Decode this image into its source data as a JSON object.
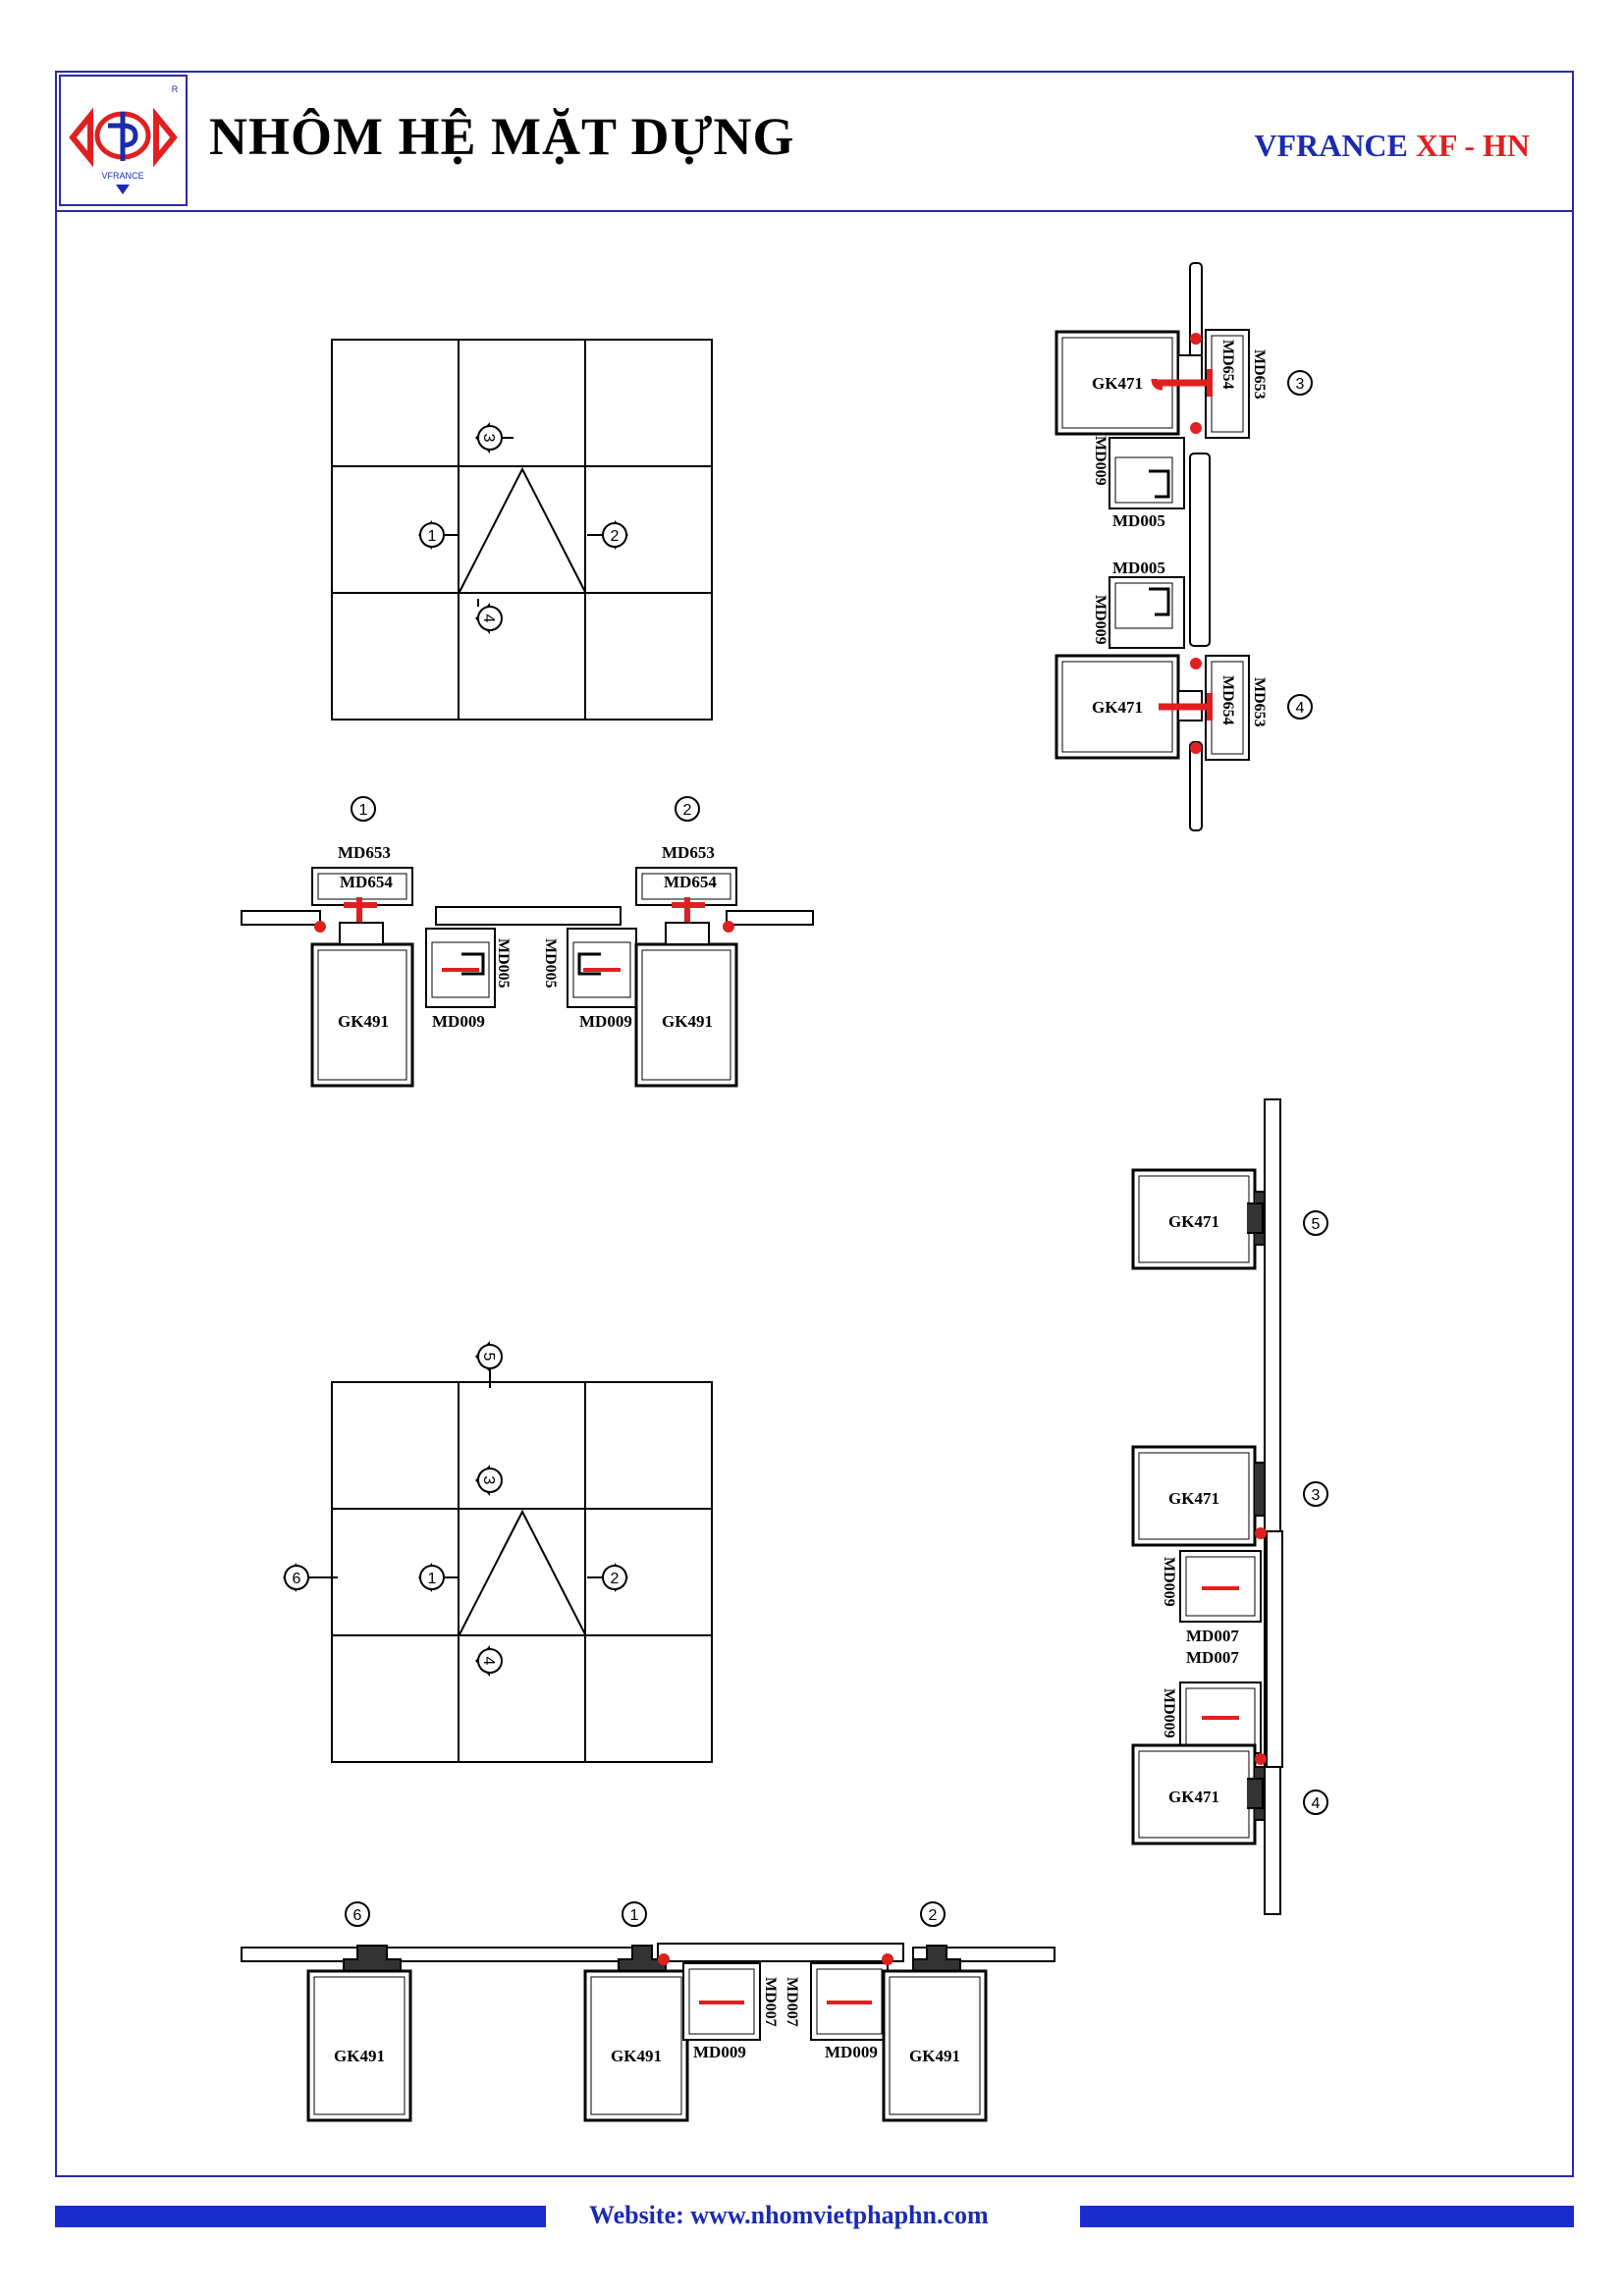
{
  "header": {
    "title": "NHÔM HỆ MẶT DỰNG",
    "brand_main": "VFRANCE",
    "brand_suffix": "XF - HN",
    "logo_text": "VFRANCE",
    "logo_mark": "R"
  },
  "footer": {
    "website_label": "Website:",
    "website_url": "www.nhomvietphaphn.com"
  },
  "colors": {
    "frame": "#2a2aa8",
    "brand_blue": "#1a2bb0",
    "brand_red": "#e02020",
    "gasket_red": "#e02020"
  },
  "markers": [
    "1",
    "2",
    "3",
    "4",
    "5",
    "6"
  ],
  "labels": {
    "gk471": "GK471",
    "gk491": "GK491",
    "md653": "MD653",
    "md654": "MD654",
    "md009": "MD009",
    "md005": "MD005",
    "md007": "MD007"
  }
}
